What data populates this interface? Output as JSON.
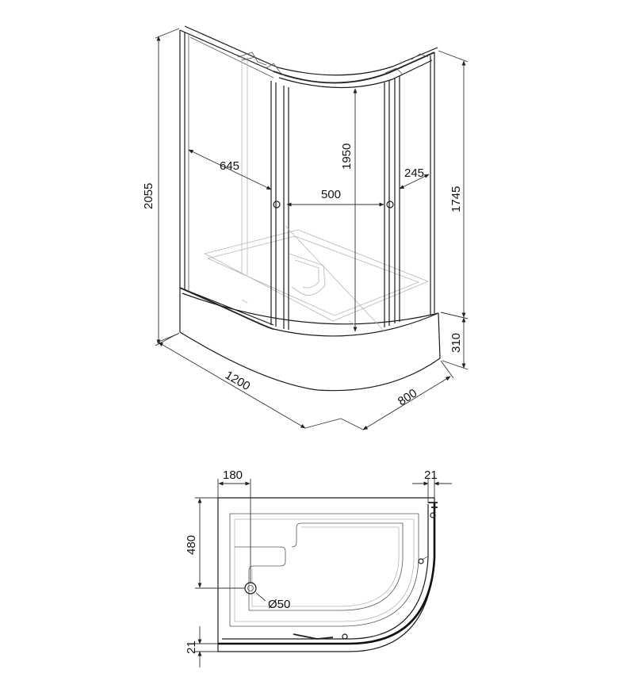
{
  "isometric_view": {
    "dimensions": {
      "total_height": "2055",
      "left_panel_width": "645",
      "door_gap": "500",
      "inner_height": "1950",
      "right_panel_width": "245",
      "glass_height": "1745",
      "tray_height": "310",
      "length": "1200",
      "depth": "800"
    }
  },
  "plan_view": {
    "dimensions": {
      "drain_offset_x": "180",
      "frame_offset_right": "21",
      "drain_offset_y": "480",
      "frame_offset_bottom": "21",
      "drain_diameter": "Ø50"
    }
  },
  "colors": {
    "line": "#1a1a1a",
    "faint": "#b5b5b5",
    "background": "#ffffff"
  }
}
